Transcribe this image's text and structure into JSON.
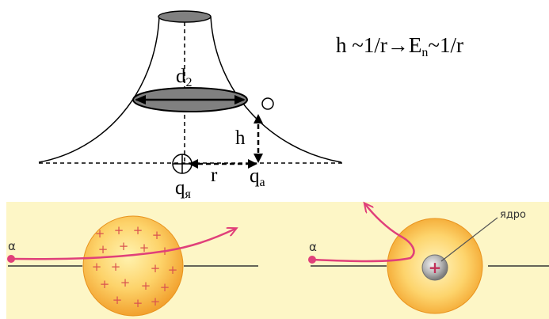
{
  "diagram": {
    "formula": {
      "base": "h ~1/r→E",
      "sub": "n",
      "tail": "~1/r"
    },
    "labels": {
      "d_base": "d",
      "d_sub": "2",
      "h": "h",
      "r": "r",
      "q_base": "q",
      "q_nucleus_sub": "я",
      "q_alpha_sub": "a"
    }
  },
  "panels": {
    "left": {
      "alpha_label": "α",
      "charge_sign": "+"
    },
    "right": {
      "alpha_label": "α",
      "nucleus_label": "ядро",
      "nucleus_sign": "+"
    }
  },
  "colors": {
    "strip_background": "#fdf6c6",
    "trajectory": "#e0407a",
    "sphere_outer": "#f5a623",
    "sphere_inner": "#fde08a",
    "plus_signs": "#d9534f",
    "nucleus": "#9a9a9a",
    "ellipse_fill": "#808080"
  }
}
